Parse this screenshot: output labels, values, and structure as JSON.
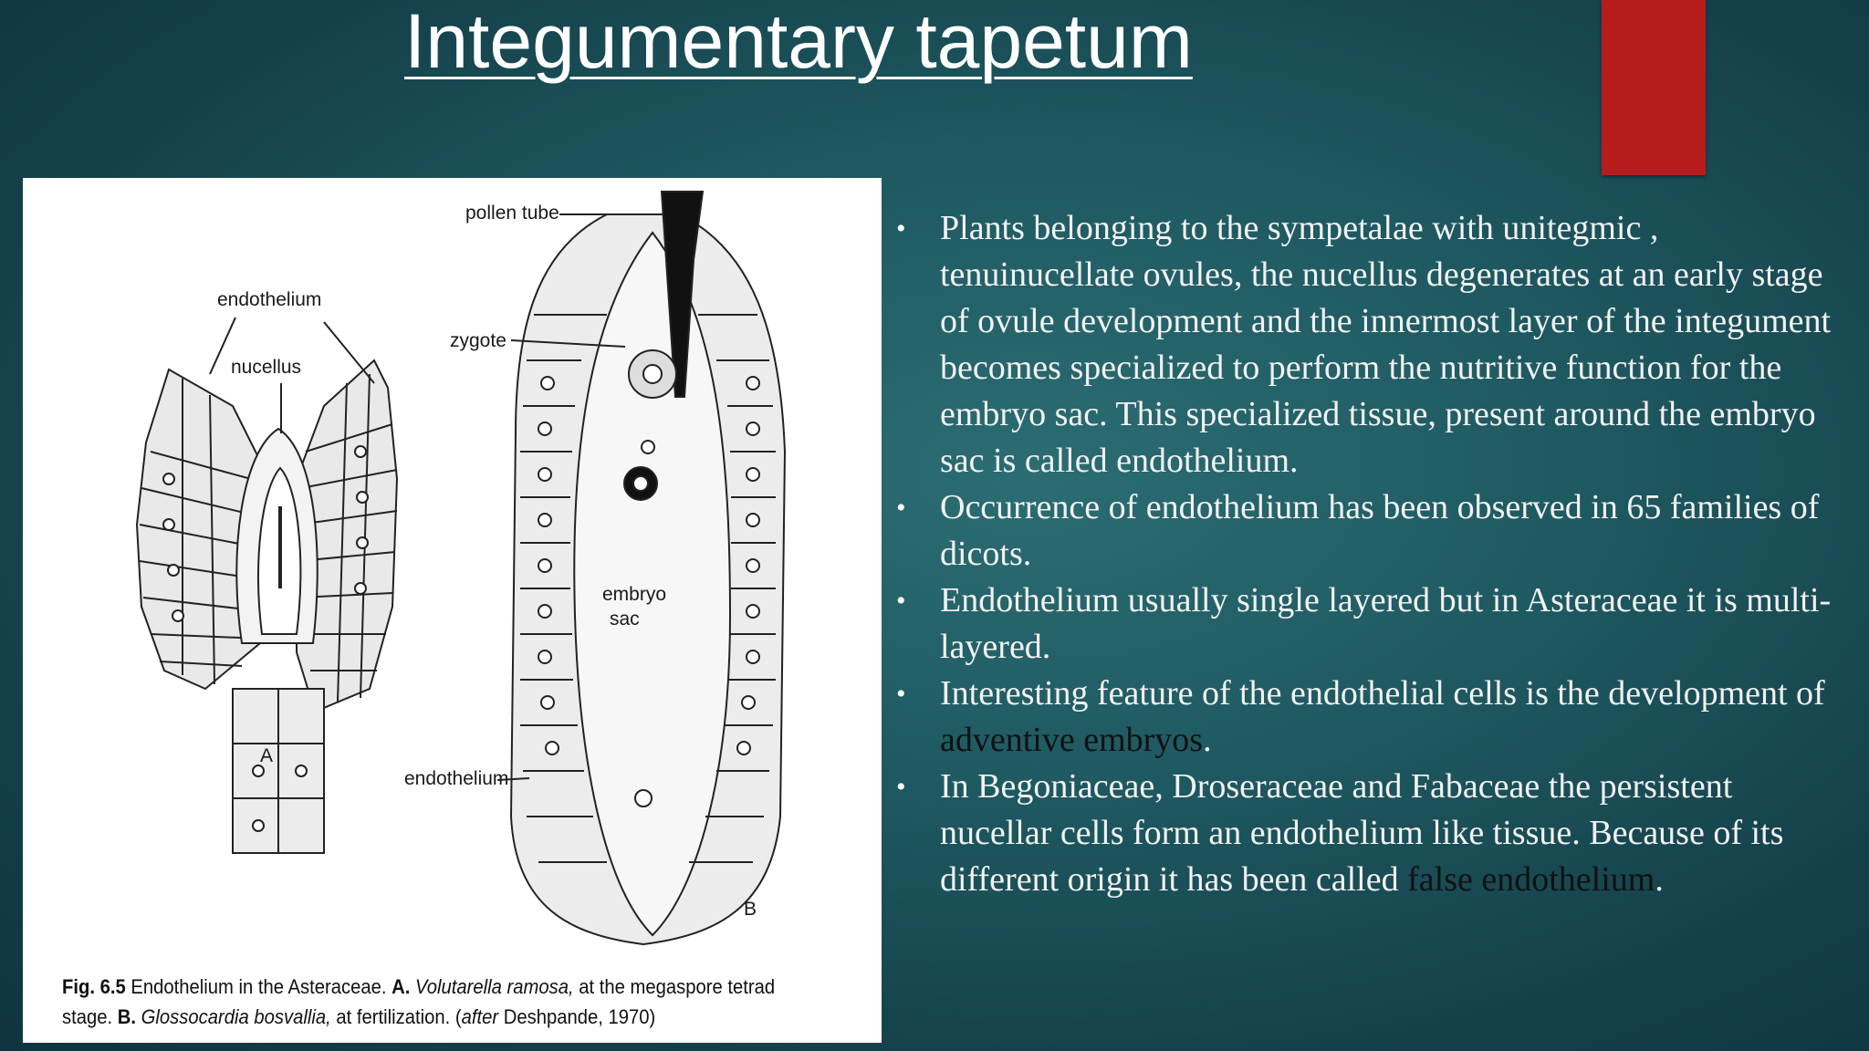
{
  "slide": {
    "title": "Integumentary tapetum",
    "accent_color": "#b71c1c"
  },
  "figure": {
    "labels": {
      "pollen_tube": "pollen tube",
      "endothelium_a": "endothelium",
      "nucellus": "nucellus",
      "zygote": "zygote",
      "embryo_sac_1": "embryo",
      "embryo_sac_2": "sac",
      "endothelium_b": "endothelium",
      "panel_a": "A",
      "panel_b": "B"
    },
    "caption": {
      "fig_no": "Fig. 6.5",
      "text1": " Endothelium in the Asteraceae. ",
      "a": "A.",
      "species1": " Volutarella ramosa,",
      "text2": " at the megaspore tetrad stage. ",
      "b": "B.",
      "species2": " Glossocardia bosvallia,",
      "text3": " at fertilization. (",
      "after": "after",
      "text4": " Deshpande, 1970)"
    }
  },
  "bullets": [
    {
      "text": "Plants belonging to the sympetalae with unitegmic , tenuinucellate ovules, the nucellus degenerates at an early stage of ovule development and the innermost layer of the integument becomes specialized to perform the nutritive function for the embryo sac. This specialized tissue, present around the embryo sac is called endothelium."
    },
    {
      "text": "Occurrence of endothelium has been observed in 65 families of dicots."
    },
    {
      "text": "Endothelium usually single layered but in Asteraceae it is multi-layered."
    },
    {
      "text_before": "Interesting feature of the endothelial cells is the development of ",
      "highlight": "adventive embryos",
      "text_after": "."
    },
    {
      "text_before": "In Begoniaceae, Droseraceae and Fabaceae the persistent nucellar cells form an endothelium like tissue. Because of its different origin it has been called ",
      "highlight": "false endothelium",
      "text_after": "."
    }
  ]
}
